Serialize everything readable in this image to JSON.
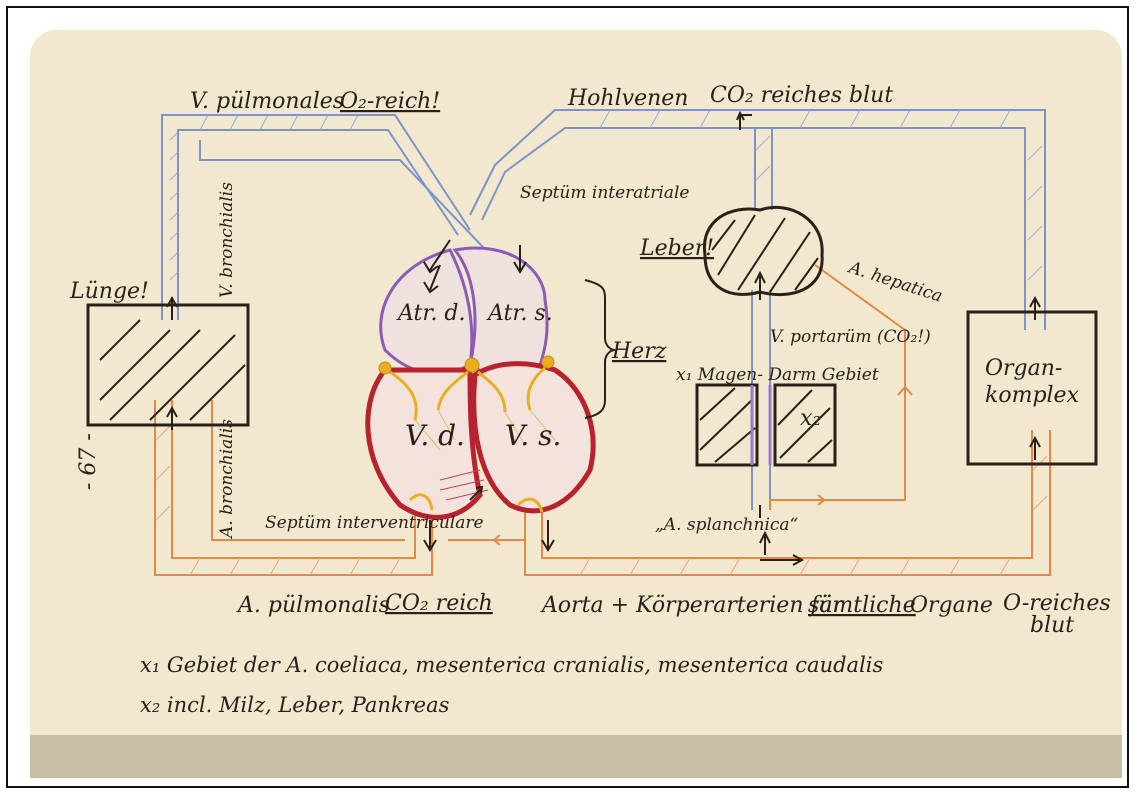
{
  "labels": {
    "v_pulmonales": "V. pülmonales",
    "v_pulmonales_note": "O₂-reich!",
    "hohlvenen": "Hohlvenen",
    "hohlvenen_note": "CO₂ reiches blut",
    "septum_interatriale": "Septüm interatriale",
    "v_bronchialis": "V. bronchialis",
    "lunge": "Lünge!",
    "atr_d": "Atr. d.",
    "atr_s": "Atr. s.",
    "herz": "Herz",
    "v_d": "V. d.",
    "v_s": "V. s.",
    "leber": "Leber!",
    "a_hepatica": "A. hepatica",
    "v_portarum": "V. portarüm (CO₂!)",
    "magen_darm": "x₁ Magen- Darm Gebiet",
    "x2_mark": "x₂",
    "organkomplex_1": "Organ-",
    "organkomplex_2": "komplex",
    "a_bronchialis": "A. bronchialis",
    "septum_interventriculare": "Septüm interventriculare",
    "a_splanchnica": "„A. splanchnica“",
    "a_pulmonalis": "A. pülmonalis",
    "a_pulmonalis_note": "CO₂ reich",
    "aorta": "Aorta + Körperarterien für",
    "aorta_note": "sämtliche",
    "organe": "Organe",
    "o_reiches_1": "O-reiches",
    "o_reiches_2": "blut",
    "page_number": "- 67 -"
  },
  "footnotes": [
    "x₁ Gebiet der A. coeliaca, mesenterica cranialis, mesenterica caudalis",
    "x₂ incl. Milz, Leber, Pankreas"
  ],
  "colors": {
    "paper": "#f1e8cf",
    "venous_blue": "#7e93c8",
    "arterial_orange": "#e08a4a",
    "heart_red": "#b8222e",
    "atrium_purple": "#8a5cb5",
    "valve_yellow": "#e8b020",
    "ink": "#2a2018"
  }
}
